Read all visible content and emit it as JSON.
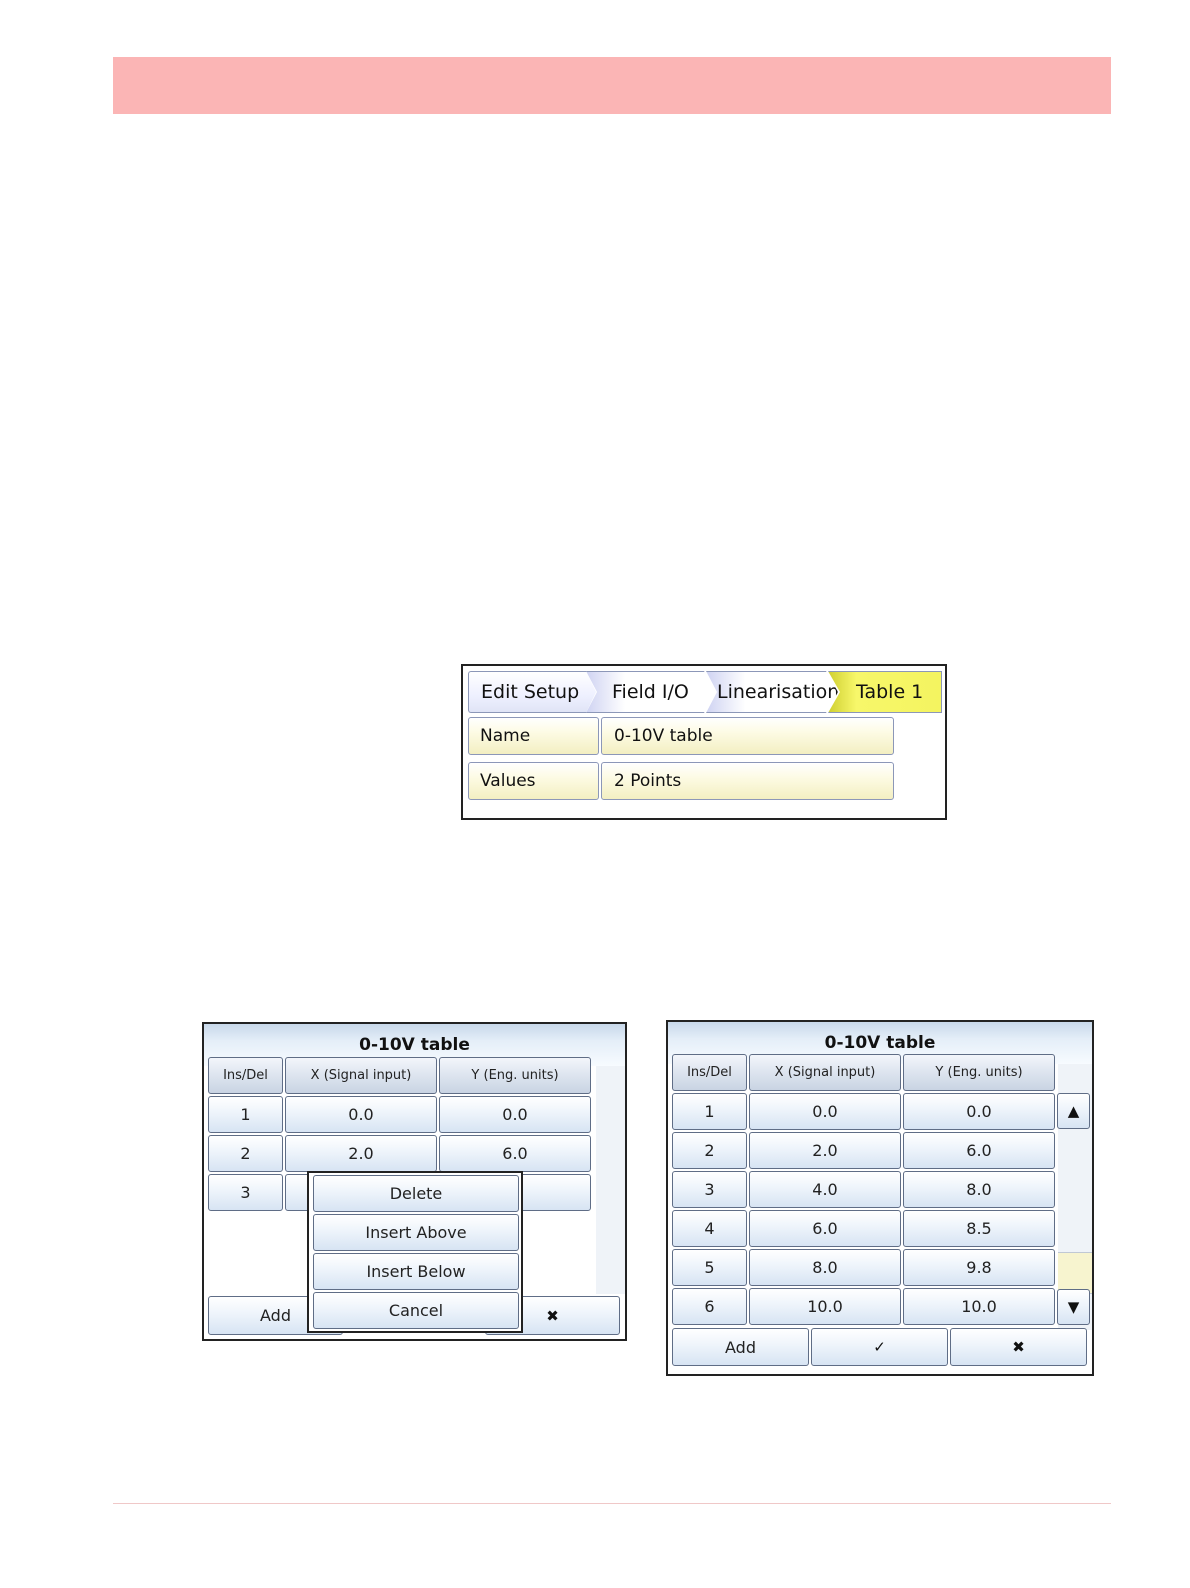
{
  "breadcrumb": [
    "Edit Setup",
    "Field I/O",
    "Linearisation",
    "Table 1"
  ],
  "settings": [
    {
      "label": "Name",
      "value": "0-10V table"
    },
    {
      "label": "Values",
      "value": "2 Points"
    }
  ],
  "left_screen": {
    "title": "0-10V table",
    "headers": [
      "Ins/Del",
      "X (Signal input)",
      "Y (Eng. units)"
    ],
    "rows": [
      {
        "n": "1",
        "x": "0.0",
        "y": "0.0"
      },
      {
        "n": "2",
        "x": "2.0",
        "y": "6.0"
      },
      {
        "n": "3",
        "x": "",
        "y": ""
      }
    ],
    "add_label": "Add",
    "cancel_glyph": "✖",
    "popup": [
      "Delete",
      "Insert Above",
      "Insert Below",
      "Cancel"
    ]
  },
  "right_screen": {
    "title": "0-10V table",
    "headers": [
      "Ins/Del",
      "X (Signal input)",
      "Y (Eng. units)"
    ],
    "rows": [
      {
        "n": "1",
        "x": "0.0",
        "y": "0.0"
      },
      {
        "n": "2",
        "x": "2.0",
        "y": "6.0"
      },
      {
        "n": "3",
        "x": "4.0",
        "y": "8.0"
      },
      {
        "n": "4",
        "x": "6.0",
        "y": "8.5"
      },
      {
        "n": "5",
        "x": "8.0",
        "y": "9.8"
      },
      {
        "n": "6",
        "x": "10.0",
        "y": "10.0"
      }
    ],
    "add_label": "Add",
    "ok_glyph": "✓",
    "cancel_glyph": "✖",
    "scroll_up_glyph": "▲",
    "scroll_down_glyph": "▼"
  },
  "colors": {
    "header_band": "#fbb5b5",
    "active_crumb": "#f4f460",
    "field_fill": "#f3efc2",
    "button_fill": "#d7e4f3"
  }
}
